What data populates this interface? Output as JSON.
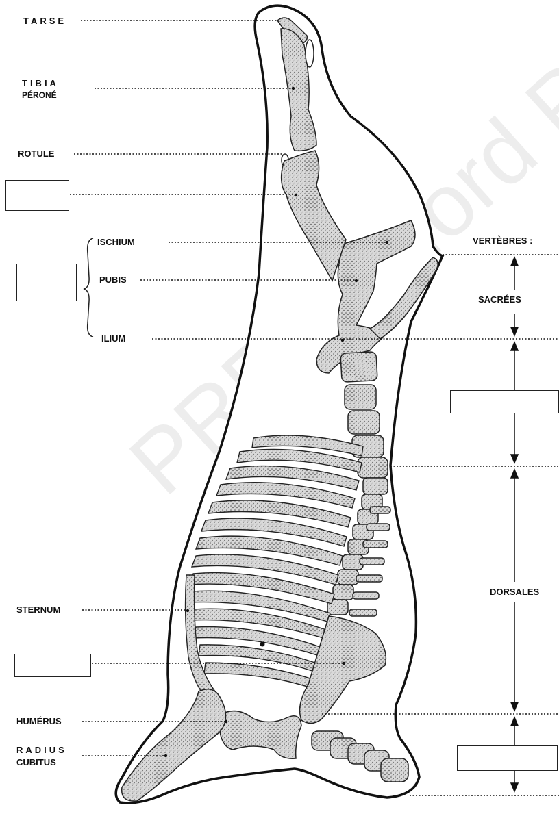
{
  "labels": {
    "tarse": "TARSE",
    "tibia": "TIBIA",
    "perone": "PÉRONÉ",
    "rotule": "ROTULE",
    "ischium": "ISCHIUM",
    "pubis": "PUBIS",
    "ilium": "ILIUM",
    "sternum": "STERNUM",
    "humerus": "HUMÉRUS",
    "radius": "RADIUS",
    "cubitus": "CUBITUS",
    "vertebres": "VERTÈBRES :",
    "sacrees": "SACRÉES",
    "dorsales": "DORSALES"
  },
  "blank_boxes": [
    "femur-blank",
    "coxal-blank",
    "lombaires-blank",
    "cotes-blank",
    "cervicales-blank"
  ],
  "watermark": "PREPA Nord Pas-de"
}
